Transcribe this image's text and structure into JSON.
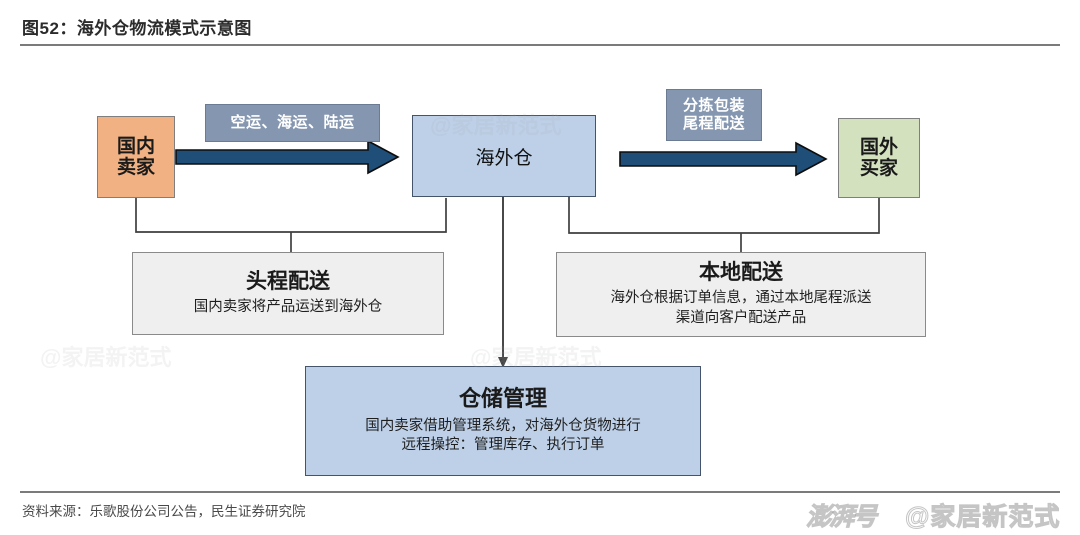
{
  "header": {
    "figure_title": "图52：海外仓物流模式示意图"
  },
  "footer": {
    "source_note": "资料来源：乐歌股份公司公告，民生证券研究院"
  },
  "watermarks": {
    "platform": "澎湃号",
    "account": "@家居新范式"
  },
  "diagram": {
    "nodes": {
      "domestic_seller": "国内\n卖家",
      "domestic_seller_line1": "国内",
      "domestic_seller_line2": "卖家",
      "overseas_warehouse": "海外仓",
      "foreign_buyer_line1": "国外",
      "foreign_buyer_line2": "买家"
    },
    "transport_labels": {
      "modes": "空运、海运、陆运",
      "sorting_line1": "分拣包装",
      "sorting_line2": "尾程配送"
    },
    "info_boxes": [
      {
        "title": "头程配送",
        "desc_lines": [
          "国内卖家将产品运送到海外仓"
        ]
      },
      {
        "title": "本地配送",
        "desc_lines": [
          "海外仓根据订单信息，通过本地尾程派送",
          "渠道向客户配送产品"
        ]
      },
      {
        "title": "仓储管理",
        "desc_lines": [
          "国内卖家借助管理系统，对海外仓货物进行",
          "远程操控：管理库存、执行订单"
        ]
      }
    ]
  },
  "colors": {
    "seller_fill": "#f1b183",
    "warehouse_fill": "#bdd0e8",
    "buyer_fill": "#d3e1bf",
    "label_fill": "#8496b0",
    "arrow_fill": "#1f4e79",
    "info_fill": "#efefef",
    "rule": "#7b7b7b"
  }
}
